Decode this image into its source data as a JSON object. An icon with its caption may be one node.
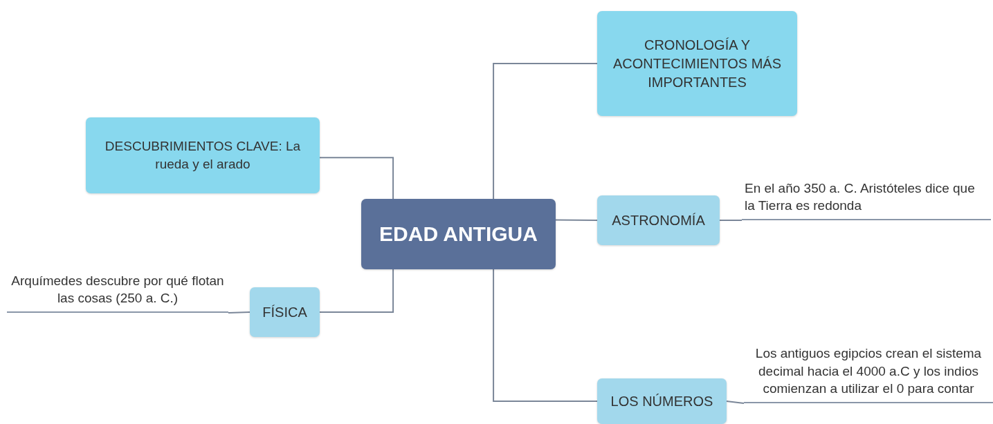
{
  "diagram": {
    "nodes": [
      {
        "text": [
          "EDAD ANTIGUA"
        ]
      },
      {
        "text": [
          "CRONOLOGÍA Y ACONTECIMIENTOS MÁS IMPORTANTES"
        ]
      },
      {
        "text": [
          "DESCUBRIMIENTOS CLAVE: La rueda y el arado"
        ]
      },
      {
        "text": [
          "ASTRONOMÍA"
        ]
      },
      {
        "text": [
          "En el año 350 a. C. Aristóteles dice que la Tierra es redonda"
        ]
      },
      {
        "text": [
          "FÍSICA"
        ]
      },
      {
        "text": [
          "Arquímedes descubre por qué flotan las cosas (250 a. C.)"
        ]
      },
      {
        "text": [
          "LOS NÚMEROS"
        ]
      },
      {
        "text": [
          "Los antiguos egipcios crean el sistema decimal hacia el 4000 a.C y los indios comienzan a utilizar el 0 para contar"
        ]
      }
    ],
    "edges": [
      {
        "from": 0,
        "to": 1,
        "arrow": "none"
      },
      {
        "from": 0,
        "to": 2,
        "arrow": "none"
      },
      {
        "from": 0,
        "to": 3,
        "arrow": "none"
      },
      {
        "from": 0,
        "to": 5,
        "arrow": "none"
      },
      {
        "from": 0,
        "to": 7,
        "arrow": "none"
      },
      {
        "from": 3,
        "to": 4,
        "arrow": "none"
      },
      {
        "from": 5,
        "to": 6,
        "arrow": "none"
      },
      {
        "from": 7,
        "to": 8,
        "arrow": "none"
      }
    ]
  }
}
